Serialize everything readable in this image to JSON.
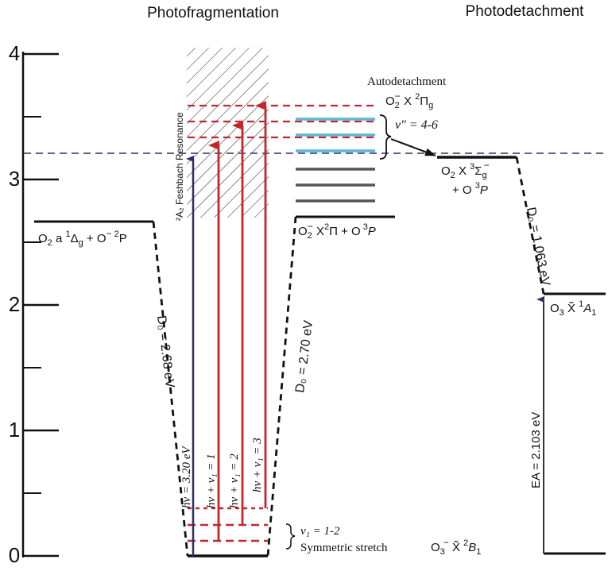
{
  "headers": {
    "left": "Photofragmentation",
    "right": "Photodetachment"
  },
  "axis": {
    "ticks": [
      "0",
      "1",
      "2",
      "3",
      "4"
    ]
  },
  "levels": {
    "o2a_label": {
      "pre": "O",
      "sub1": "2",
      "mid": " a ",
      "sup1": "1",
      "greek": "Δ",
      "sub2": "g",
      "rest": " + O",
      "sup2": "−",
      "sup3": " 2",
      "end": "P"
    },
    "o2x_label": {
      "pre": "O",
      "sub1": "2",
      "sup1": "−",
      "rest": " X",
      "sup2": "2",
      "greek": "Π + O",
      "sup3": " 3",
      "end": "P"
    },
    "o2x_res_label": {
      "pre": "O",
      "sub1": "2",
      "sup1": "−",
      "rest": "  X ",
      "sup2": "2",
      "greek": "Π",
      "sub2": "g"
    },
    "vib_label": "v″ = 4-6",
    "o2_neutral_line1": {
      "pre": "O",
      "sub1": "2",
      "rest": " X ",
      "sup1": "3",
      "greek": "Σ",
      "sub2": "g",
      "sup2": "−"
    },
    "o2_neutral_line2": {
      "pre": "+ O ",
      "sup1": "3",
      "end": "P"
    },
    "o3_label": {
      "pre": "O",
      "sub1": "3",
      "rest": "  X̃ ",
      "sup1": "1",
      "end": "A",
      "sub2": "1"
    },
    "o3m_label": {
      "pre": "O",
      "sub1": "3",
      "sup1": "−",
      "rest": " X̃ ",
      "sup2": "2",
      "end": "B",
      "sub2": "1"
    },
    "v1_label": "v₁ = 1-2",
    "sym_label": "Symmetric stretch"
  },
  "annotations": {
    "autodetachment": "Autodetachment",
    "feshbach": "²A₂ Feshbach Resonance",
    "d0_left": "D₀ = 2.68 eV",
    "d0_mid": "D₀ = 2.70 eV",
    "d0_right": "D₀ = 1.063 eV",
    "ea": "EA = 2.103 eV",
    "hv0": "hν = 3.20 eV",
    "hv1": "hν + ν₁ = 1",
    "hv2": "hν + ν₁ = 2",
    "hv3": "hν + ν₁ = 3"
  },
  "colors": {
    "navy": "#2b2f6b",
    "red": "#c4262e",
    "cyan": "#5fb4d8",
    "gray": "#555555",
    "black": "#111111"
  }
}
